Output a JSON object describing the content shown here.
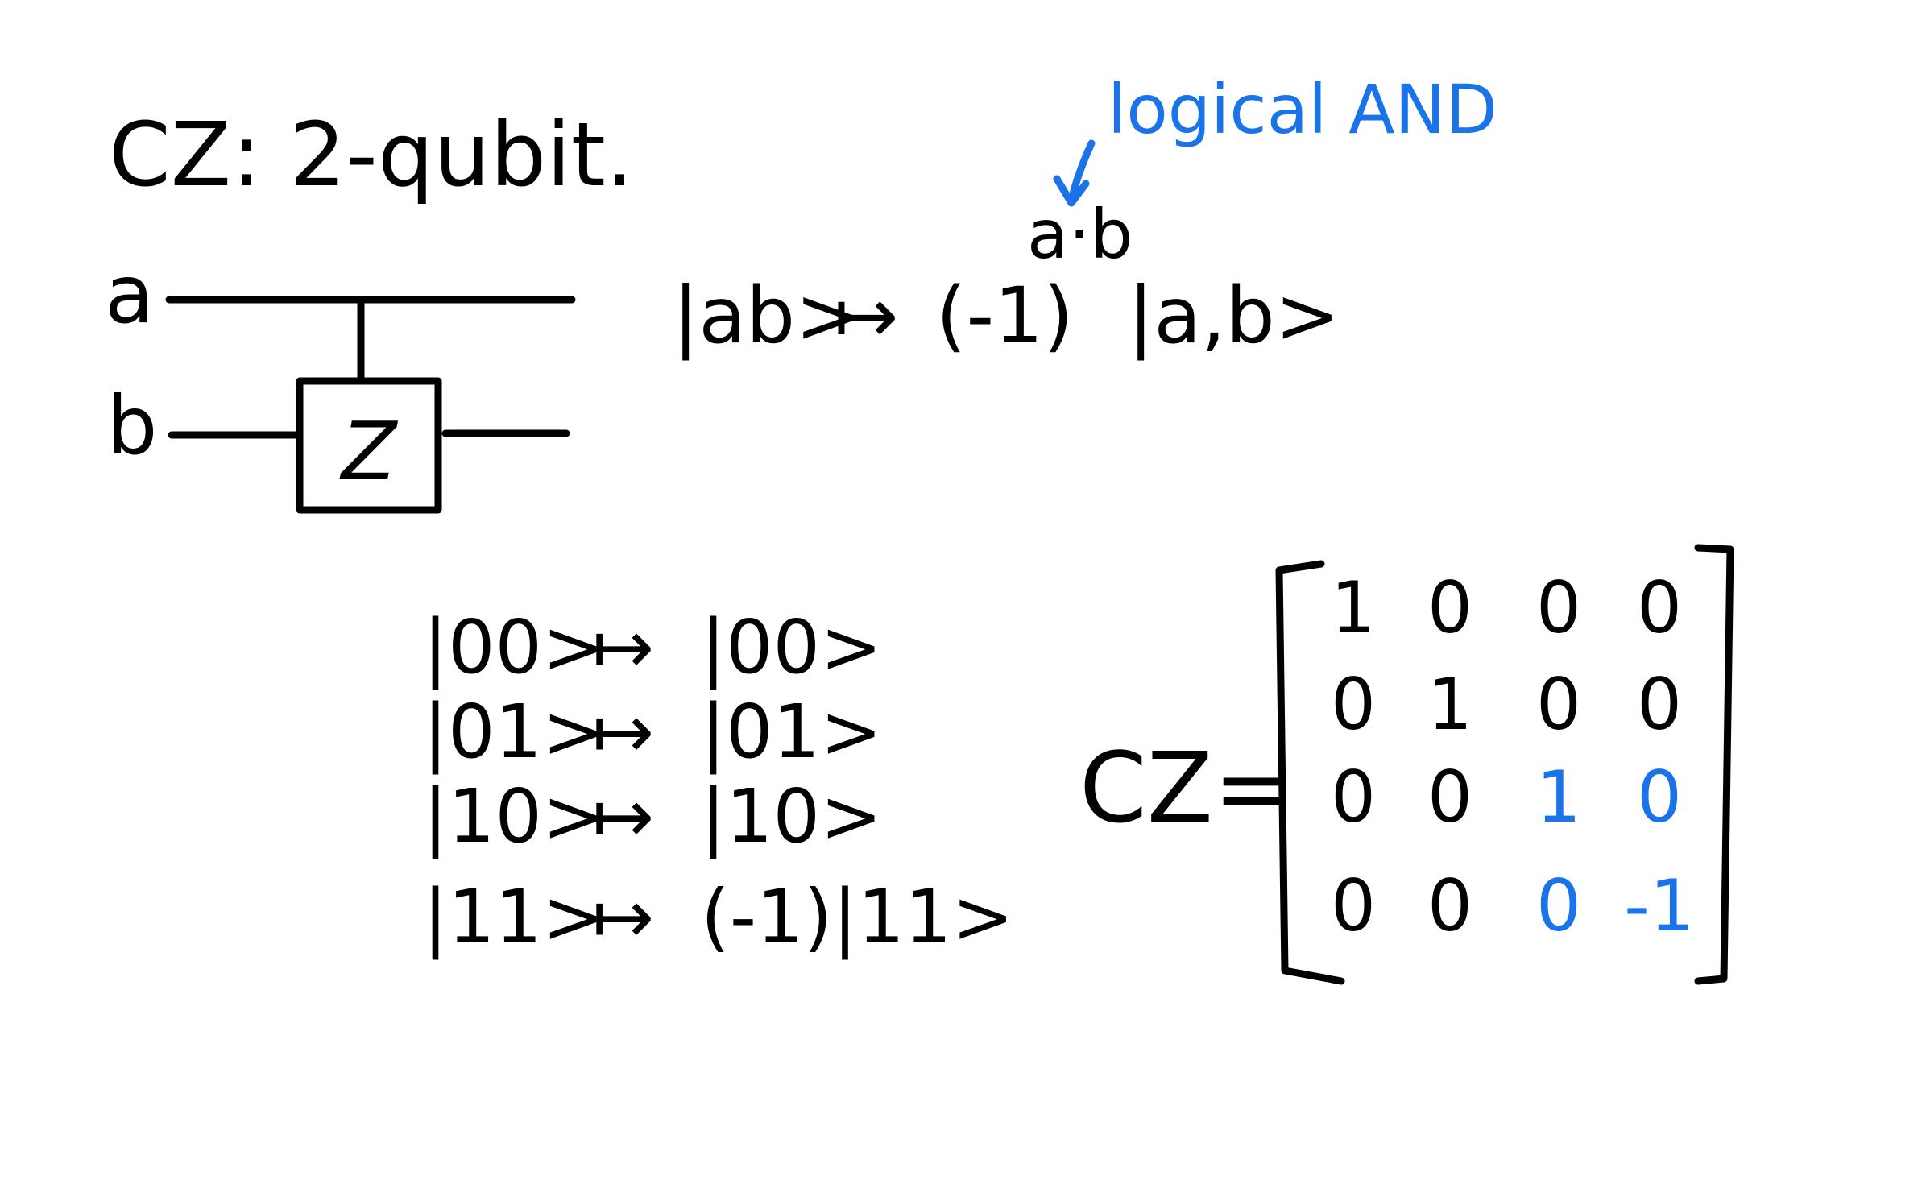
{
  "colors": {
    "ink": "#000000",
    "highlight": "#1a73e8",
    "background": "#ffffff"
  },
  "title": "CZ: 2-qubit.",
  "circuit": {
    "wire_a_label": "a",
    "wire_b_label": "b",
    "gate_label": "Z"
  },
  "formula": {
    "input_ket": "|ab>",
    "maps_to": "↦",
    "phase": "(-1)",
    "exponent": "a·b",
    "output_ket": "|a,b>"
  },
  "annotation": {
    "text": "logical AND",
    "arrow": "down-left-arrow-icon"
  },
  "truth_table": [
    {
      "input": "|00>",
      "arrow": "↦",
      "output": "|00>"
    },
    {
      "input": "|01>",
      "arrow": "↦",
      "output": "|01>"
    },
    {
      "input": "|10>",
      "arrow": "↦",
      "output": "|10>"
    },
    {
      "input": "|11>",
      "arrow": "↦",
      "output": "(-1)|11>"
    }
  ],
  "matrix": {
    "label": "CZ=",
    "rows": [
      [
        "1",
        "0",
        "0",
        "0"
      ],
      [
        "0",
        "1",
        "0",
        "0"
      ],
      [
        "0",
        "0",
        "1",
        "0"
      ],
      [
        "0",
        "0",
        "0",
        "-1"
      ]
    ],
    "highlighted_cells": [
      [
        2,
        2
      ],
      [
        2,
        3
      ],
      [
        3,
        2
      ],
      [
        3,
        3
      ]
    ]
  }
}
